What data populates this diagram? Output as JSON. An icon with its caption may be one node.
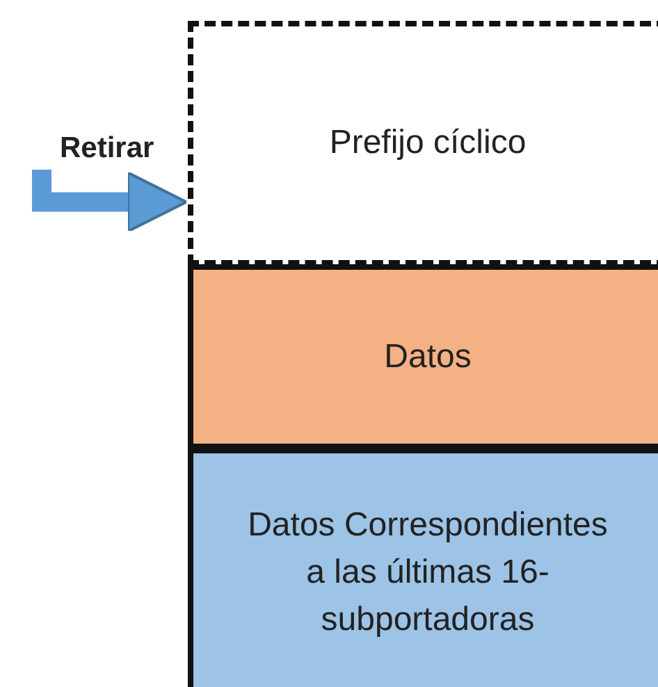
{
  "diagram": {
    "nodes": [
      {
        "text": [
          "Prefijo cíclico"
        ]
      },
      {
        "text": [
          "Datos"
        ]
      },
      {
        "text": [
          "Datos Correspondientes a las últimas 16-subportadoras"
        ]
      },
      {
        "text": [
          "Retirar"
        ]
      }
    ],
    "edges": [
      {
        "from": 3,
        "to": 0,
        "arrow": "to"
      }
    ]
  }
}
